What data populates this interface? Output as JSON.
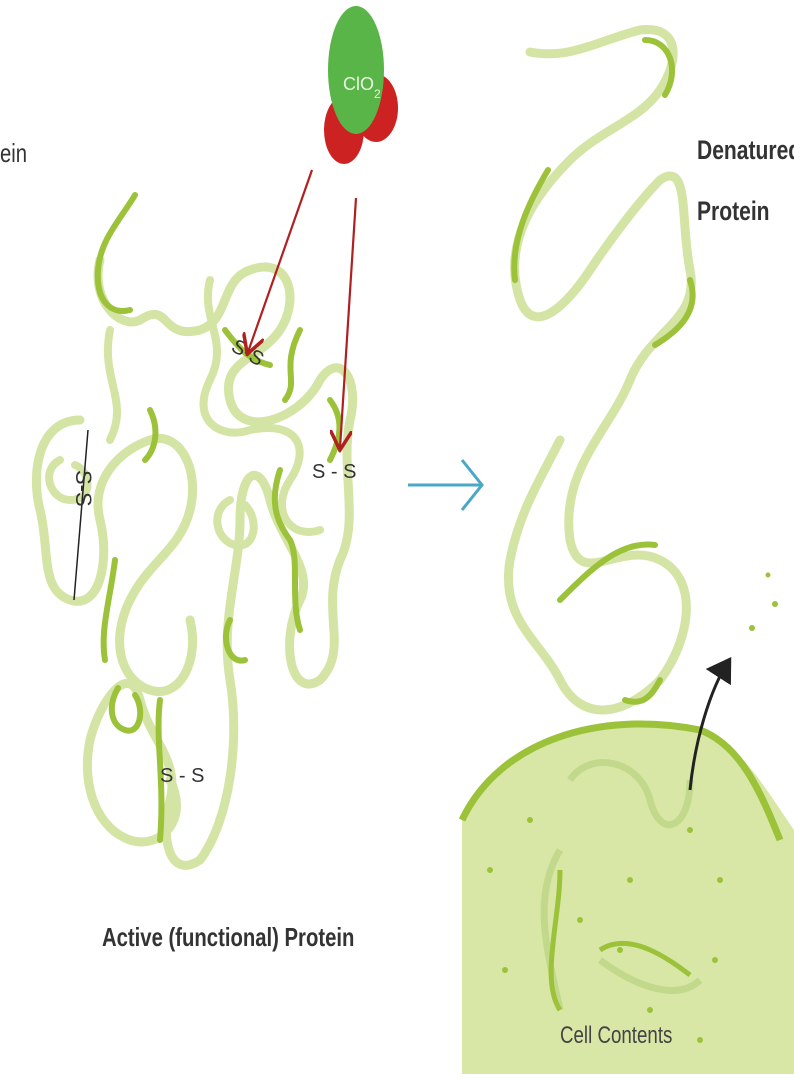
{
  "molecule": {
    "formula": "ClO",
    "subscript": "2"
  },
  "labels": {
    "partial_left": "ein",
    "denatured_line1": "Denatured",
    "denatured_line2": "Protein",
    "active": "Active (functional) Protein",
    "cell_contents": "Cell Contents"
  },
  "bonds": {
    "bond_top": "S-S",
    "bond_right": "S - S",
    "bond_left": "S-S",
    "bond_bottom": "S - S"
  },
  "colors": {
    "protein_light": "#d4e4a4",
    "protein_dark": "#9cc23a",
    "oxygen_red": "#cc2222",
    "chlorine_green": "#5ab548",
    "reaction_arrow": "#4aa8c6",
    "attack_arrow": "#b02020",
    "cell_fill": "#d9e7a6",
    "cell_membrane": "#9cc23a"
  }
}
